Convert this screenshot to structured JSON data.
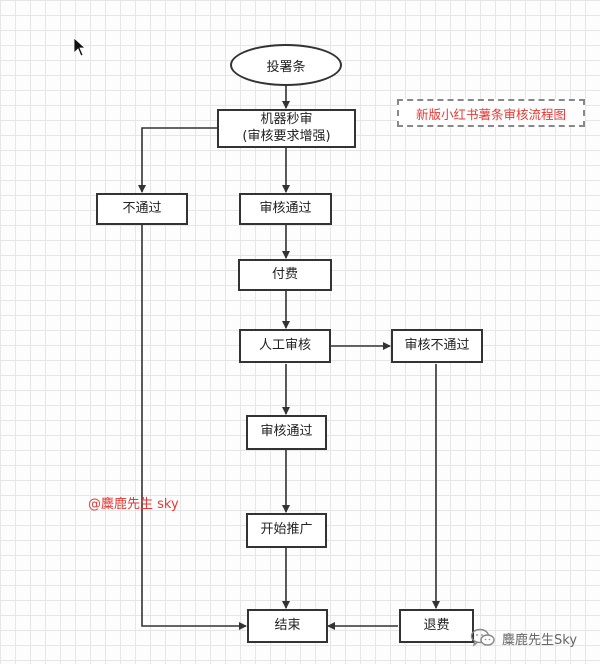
{
  "diagram": {
    "start": "投署条",
    "machine_review": [
      "机器秒审",
      "(审核要求增强)"
    ],
    "reject_1": "不通过",
    "pass_1": "审核通过",
    "pay": "付费",
    "manual_review": "人工审核",
    "reject_2": "审核不通过",
    "pass_2": "审核通过",
    "promote": "开始推广",
    "end": "结束",
    "refund": "退费"
  },
  "title_note": "新版小红书薯条审核流程图",
  "watermark": "@麋鹿先生 sky",
  "brand": {
    "name": "麋鹿先生Sky",
    "icon": "wechat-icon"
  },
  "colors": {
    "accent": "#e53935",
    "line": "#333333"
  },
  "cursor_icon": "mouse-pointer-icon"
}
